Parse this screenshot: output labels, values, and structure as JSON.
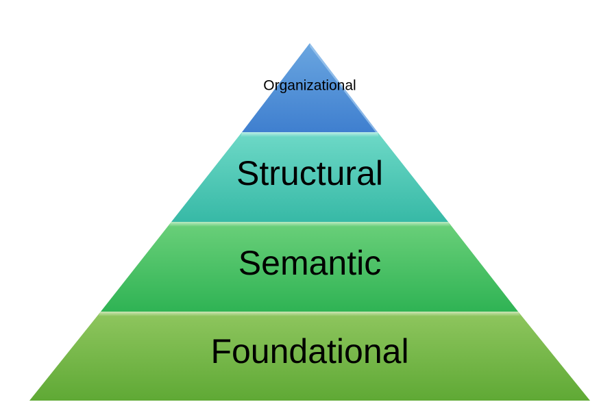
{
  "pyramid": {
    "tiers": [
      {
        "label": "Organizational",
        "color_top": "#6aa6e0",
        "color_bottom": "#3f7fcf"
      },
      {
        "label": "Structural",
        "color_top": "#6ed9c7",
        "color_bottom": "#37b9a6"
      },
      {
        "label": "Semantic",
        "color_top": "#6bd07a",
        "color_bottom": "#2fb354"
      },
      {
        "label": "Foundational",
        "color_top": "#8fc65f",
        "color_bottom": "#5fa935"
      }
    ]
  }
}
